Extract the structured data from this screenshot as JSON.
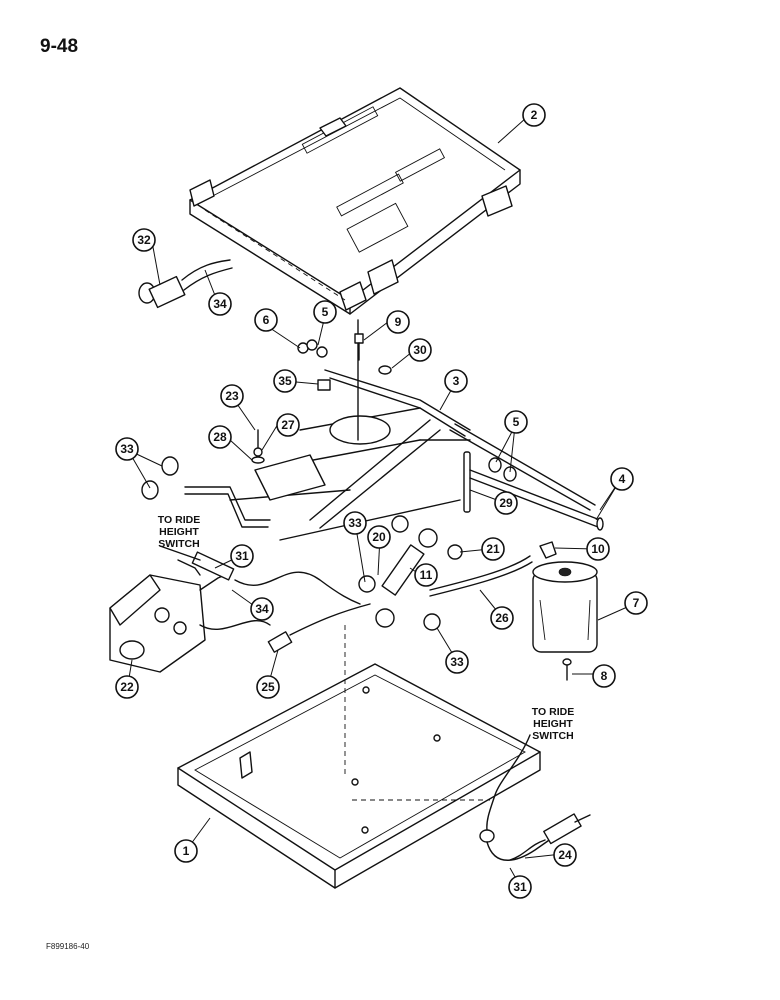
{
  "page_number": "9-48",
  "figure_code": "F899186-40",
  "notes": [
    {
      "id": "note-upper",
      "lines": [
        "TO RIDE",
        "HEIGHT",
        "SWITCH"
      ]
    },
    {
      "id": "note-lower",
      "lines": [
        "TO RIDE",
        "HEIGHT",
        "SWITCH"
      ]
    }
  ],
  "callouts": [
    "2",
    "32",
    "34",
    "6",
    "5",
    "9",
    "30",
    "35",
    "3",
    "23",
    "27",
    "28",
    "33",
    "5",
    "4",
    "29",
    "31",
    "33",
    "20",
    "21",
    "10",
    "11",
    "7",
    "34",
    "26",
    "33",
    "22",
    "25",
    "8",
    "1",
    "24",
    "31"
  ]
}
